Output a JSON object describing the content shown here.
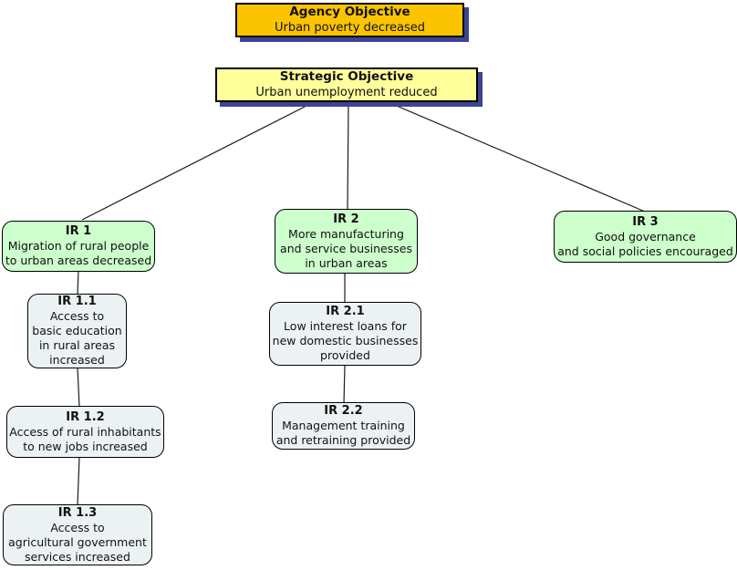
{
  "agency_objective": {
    "title": "Agency Objective",
    "lines": [
      "Urban poverty decreased"
    ]
  },
  "strategic_objective": {
    "title": "Strategic Objective",
    "lines": [
      "Urban unemployment reduced"
    ]
  },
  "intermediate_results": {
    "ir1": {
      "title": "IR 1",
      "lines": [
        "Migration of rural people",
        "to urban areas decreased"
      ]
    },
    "ir2": {
      "title": "IR 2",
      "lines": [
        "More manufacturing",
        "and service businesses",
        "in urban areas"
      ]
    },
    "ir3": {
      "title": "IR 3",
      "lines": [
        "Good governance",
        "and social policies encouraged"
      ]
    }
  },
  "sub_results": {
    "ir11": {
      "title": "IR 1.1",
      "lines": [
        "Access to",
        "basic education",
        "in rural areas",
        "increased"
      ]
    },
    "ir12": {
      "title": "IR 1.2",
      "lines": [
        "Access of rural inhabitants",
        "to new jobs increased"
      ]
    },
    "ir13": {
      "title": "IR 1.3",
      "lines": [
        "Access to",
        "agricultural government",
        "services increased"
      ]
    },
    "ir21": {
      "title": "IR 2.1",
      "lines": [
        "Low interest loans for",
        "new domestic businesses",
        "provided"
      ]
    },
    "ir22": {
      "title": "IR 2.2",
      "lines": [
        "Management training",
        "and retraining provided"
      ]
    }
  },
  "colors": {
    "agency_fill": "#FCC400",
    "strategic_fill": "#FFFF9C",
    "ir_fill": "#CCFFCC",
    "sub_fill": "#ECF2F4",
    "shadow": "#3D4492",
    "border": "#000000",
    "line": "#1C1C1C"
  }
}
